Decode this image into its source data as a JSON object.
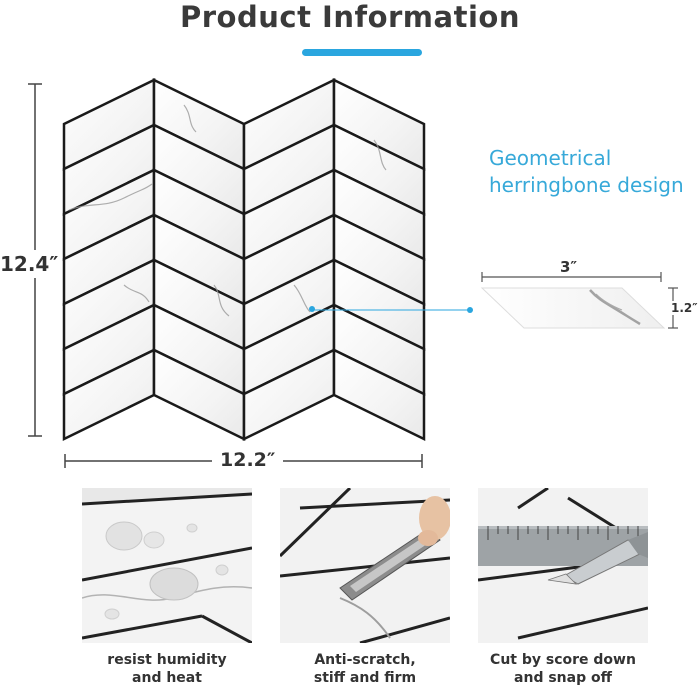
{
  "header": {
    "title": "Product  Information",
    "accent_color": "#2aa6df"
  },
  "dimensions": {
    "height_label": "12.4″",
    "width_label": "12.2″",
    "piece_length_label": "3″",
    "piece_height_label": "1.2″"
  },
  "callout": {
    "line1": "Geometrical",
    "line2": "herringbone design",
    "color": "#37a9d9"
  },
  "features": [
    {
      "caption_line1": "resist humidity",
      "caption_line2": "and heat",
      "icon": "water-droplets"
    },
    {
      "caption_line1": "Anti-scratch,",
      "caption_line2": "stiff and firm",
      "icon": "metal-scraper"
    },
    {
      "caption_line1": "Cut by score down",
      "caption_line2": "and snap off",
      "icon": "ruler-and-knife"
    }
  ]
}
